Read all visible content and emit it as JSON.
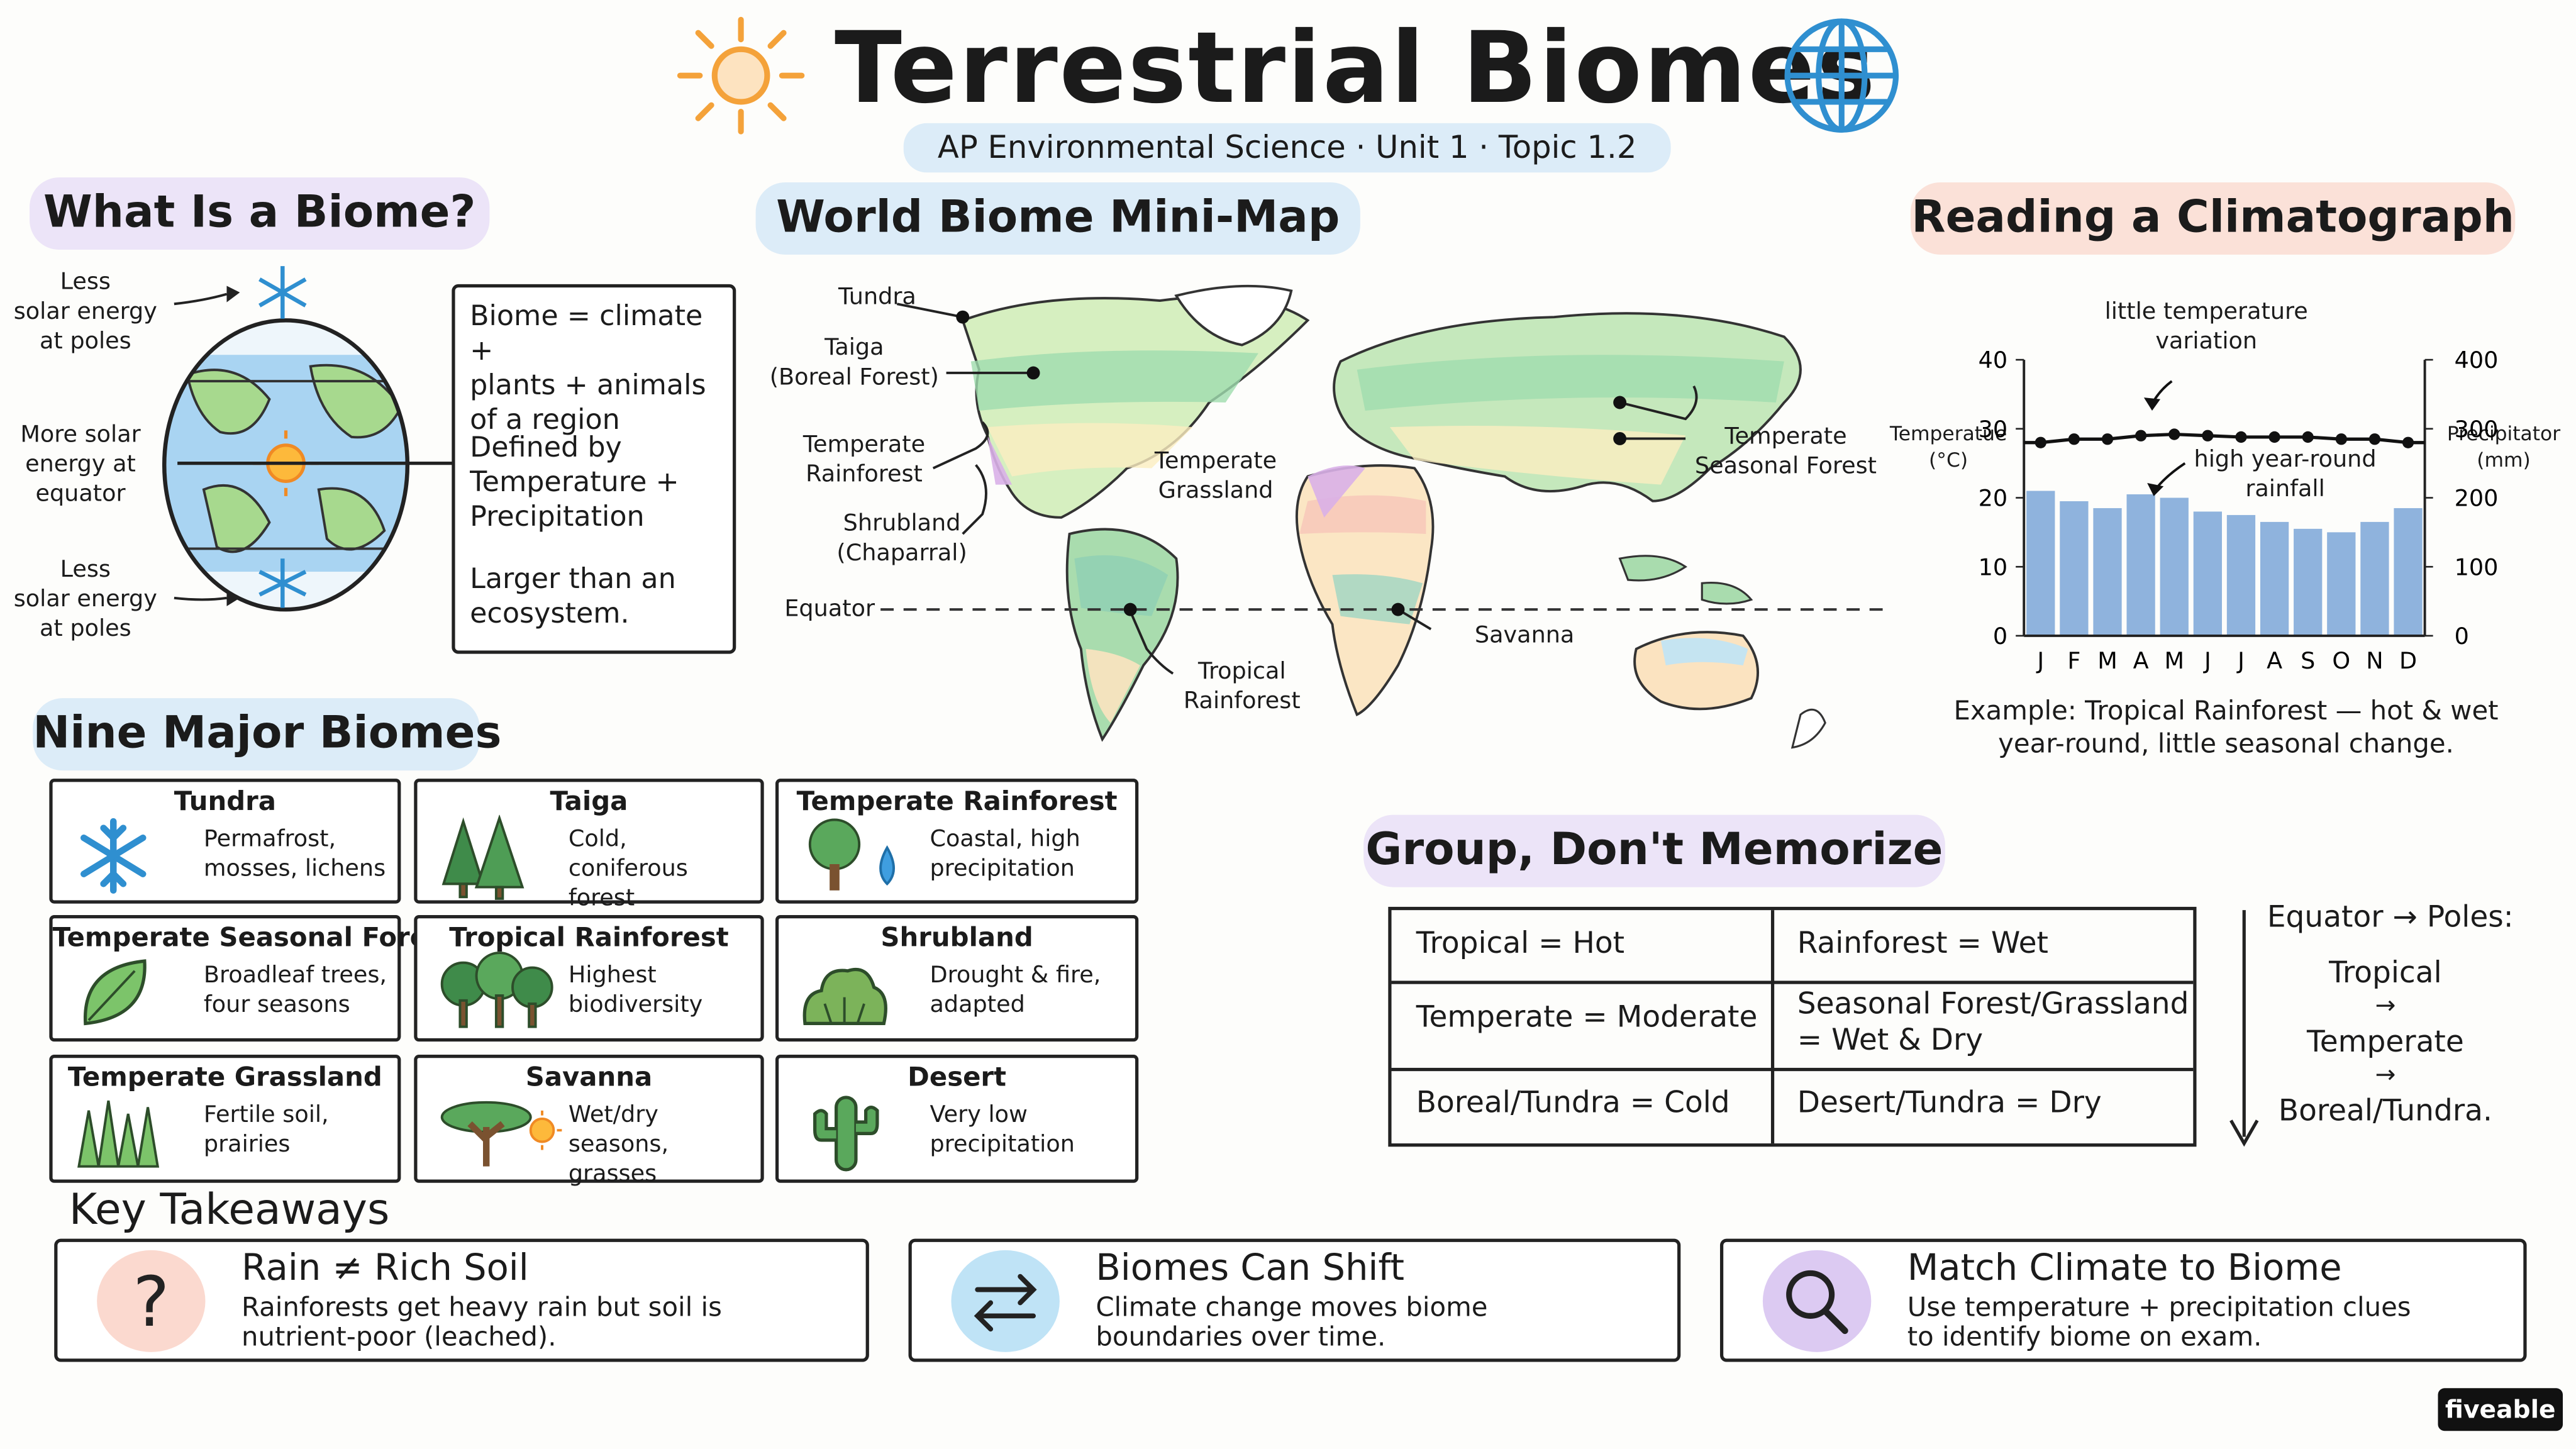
{
  "header": {
    "title": "Terrestrial Biomes",
    "subtitle": "AP Environmental Science · Unit 1 · Topic 1.2",
    "sun_icon": "sun-icon",
    "globe_icon": "globe-icon"
  },
  "what_is": {
    "heading": "What Is a Biome?",
    "label_top": "Less\nsolar energy\nat poles",
    "label_mid": "More solar\nenergy at\nequator",
    "label_bottom": "Less\nsolar energy\nat poles",
    "definition": [
      "Biome = climate +\nplants + animals\nof a region",
      "Defined by\nTemperature +\nPrecipitation",
      "Larger than an\necosystem."
    ]
  },
  "map": {
    "heading": "World Biome Mini-Map",
    "labels": {
      "tundra": "Tundra",
      "taiga": "Taiga\n(Boreal Forest)",
      "temperate_rainforest": "Temperate\nRainforest",
      "shrubland": "Shrubland\n(Chaparral)",
      "temperate_grassland": "Temperate\nGrassland",
      "equator": "Equator",
      "tropical_rainforest": "Tropical\nRainforest",
      "savanna": "Savanna",
      "temperate_seasonal_forest": "Temperate\nSeasonal Forest"
    }
  },
  "climatograph": {
    "heading": "Reading a Climatograph",
    "annotation_temp": "little temperature\nvariation",
    "annotation_rain": "high year-round\nrainfall",
    "caption": "Example: Tropical Rainforest — hot & wet\nyear-round, little seasonal change."
  },
  "chart_data": {
    "type": "bar",
    "categories": [
      "J",
      "F",
      "M",
      "A",
      "M",
      "J",
      "J",
      "A",
      "S",
      "O",
      "N",
      "D"
    ],
    "series": [
      {
        "values": [
          210,
          195,
          185,
          205,
          200,
          180,
          175,
          165,
          155,
          150,
          165,
          185
        ]
      },
      {
        "values": [
          28,
          28.5,
          28.5,
          29,
          29.2,
          29,
          28.8,
          28.8,
          28.8,
          28.5,
          28.5,
          28
        ]
      }
    ],
    "ylabel": "Temperatue\n(°C)",
    "y2label": "Precipitator\n(mm)",
    "ylim": [
      0,
      40
    ],
    "y2lim": [
      0,
      400
    ],
    "yticks": [
      "0",
      "10",
      "20",
      "30",
      "40"
    ],
    "y2ticks": [
      "0",
      "100",
      "200",
      "300",
      "400"
    ]
  },
  "nine": {
    "heading": "Nine Major Biomes",
    "cards": [
      {
        "name": "Tundra",
        "desc": "Permafrost,\nmosses, lichens",
        "icon": "snowflake-icon"
      },
      {
        "name": "Taiga",
        "desc": "Cold,\nconiferous forest",
        "icon": "pine-trees-icon"
      },
      {
        "name": "Temperate Rainforest",
        "desc": "Coastal, high\nprecipitation",
        "icon": "tree-raindrop-icon"
      },
      {
        "name": "Temperate Seasonal Forest",
        "desc": "Broadleaf trees,\nfour seasons",
        "icon": "leaf-icon"
      },
      {
        "name": "Tropical Rainforest",
        "desc": "Highest\nbiodiversity",
        "icon": "jungle-trees-icon"
      },
      {
        "name": "Shrubland",
        "desc": "Drought & fire,\nadapted",
        "icon": "shrub-icon"
      },
      {
        "name": "Temperate Grassland",
        "desc": "Fertile soil,\nprairies",
        "icon": "grass-icon"
      },
      {
        "name": "Savanna",
        "desc": "Wet/dry seasons,\ngrasses",
        "icon": "acacia-sun-icon"
      },
      {
        "name": "Desert",
        "desc": "Very low\nprecipitation",
        "icon": "cactus-icon"
      }
    ]
  },
  "group": {
    "heading": "Group, Don't Memorize",
    "rows": [
      {
        "left": "Tropical = Hot",
        "right": "Rainforest = Wet"
      },
      {
        "left": "Temperate = Moderate",
        "right": "Seasonal Forest/Grassland\n= Wet & Dry"
      },
      {
        "left": "Boreal/Tundra = Cold",
        "right": "Desert/Tundra = Dry"
      }
    ],
    "side_title": "Equator → Poles:",
    "side_1": "Tropical",
    "side_2": "Temperate",
    "side_3": "Boreal/Tundra.",
    "side_arrow": "→"
  },
  "takeaways": {
    "heading": "Key Takeaways",
    "items": [
      {
        "title": "Rain ≠ Rich Soil",
        "desc": "Rainforests get heavy rain but soil is\nnutrient-poor (leached).",
        "icon": "question-icon",
        "color": "#fbd9cf"
      },
      {
        "title": "Biomes Can Shift",
        "desc": "Climate change moves biome\nboundaries over time.",
        "icon": "swap-arrows-icon",
        "color": "#bfe3f6"
      },
      {
        "title": "Match Climate to Biome",
        "desc": "Use temperature + precipitation clues\nto identify biome on exam.",
        "icon": "magnifier-icon",
        "color": "#dccaf2"
      }
    ]
  },
  "brand": {
    "logo": "fiveable"
  },
  "colors": {
    "purple_pill": "#ece4f8",
    "blue_pill": "#dcecf8",
    "peach_pill": "#fbe1d8",
    "bar": "#8fb3dd"
  }
}
